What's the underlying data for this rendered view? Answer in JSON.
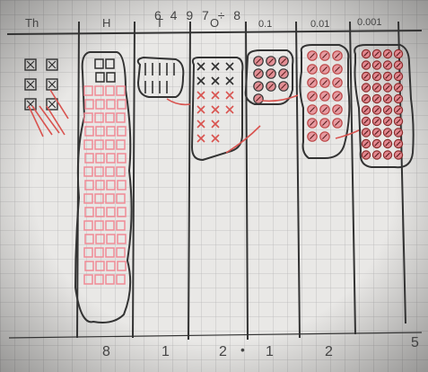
{
  "photo": {
    "problem": "6 4 9 7 ÷ 8",
    "columns": [
      {
        "header": "Th",
        "result": ""
      },
      {
        "header": "H",
        "result": "8"
      },
      {
        "header": "T",
        "result": "1"
      },
      {
        "header": "O",
        "result": "2"
      },
      {
        "header": "0.1",
        "result": "1"
      },
      {
        "header": "0.01",
        "result": "2"
      },
      {
        "header": "0.001",
        "result": "5"
      }
    ],
    "decimal_point": "•",
    "colors": {
      "paper": "#ecebea",
      "grid": "#b9b9b9",
      "ink": "#2f2f2f",
      "red": "#d9534f",
      "pink": "#f08a95"
    },
    "counters": {
      "thousands_crossed": 6,
      "hundreds_squares": 64,
      "tens_sticks": 9,
      "ones_crosses": 17,
      "tenths_counters": 10,
      "hundredths_counters": 20,
      "thousandths_counters": 40
    }
  }
}
